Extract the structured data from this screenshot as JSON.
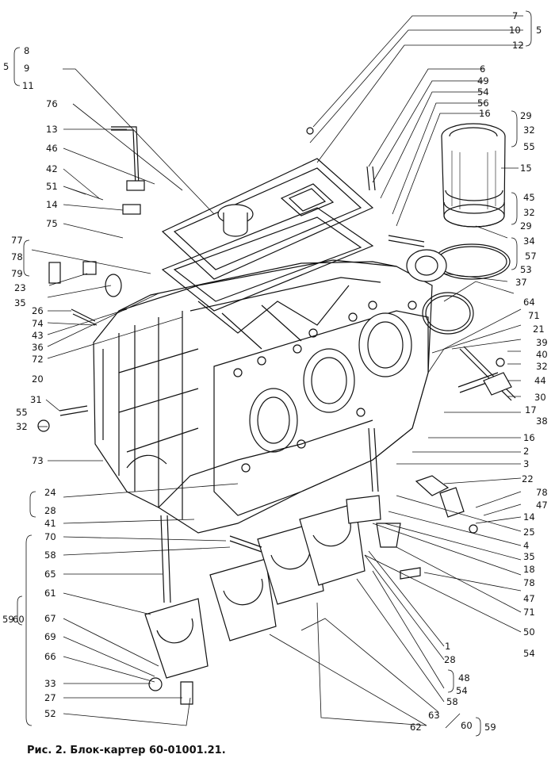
{
  "caption": "Рис. 2. Блок-картер 60-01001.21.",
  "labels": {
    "l7": "7",
    "l10": "10",
    "l12": "12",
    "l5r": "5",
    "l6": "6",
    "l49": "49",
    "l54a": "54",
    "l56": "56",
    "l16a": "16",
    "l29a": "29",
    "l32a": "32",
    "l55a": "55",
    "l15": "15",
    "l45": "45",
    "l32b": "32",
    "l29b": "29",
    "l34": "34",
    "l57": "57",
    "l53": "53",
    "l37": "37",
    "l64": "64",
    "l71a": "71",
    "l21": "21",
    "l39": "39",
    "l40": "40",
    "l32c": "32",
    "l44": "44",
    "l30": "30",
    "l17": "17",
    "l38": "38",
    "l16b": "16",
    "l2": "2",
    "l3": "3",
    "l22": "22",
    "l78a": "78",
    "l47a": "47",
    "l14r": "14",
    "l25": "25",
    "l4": "4",
    "l35r": "35",
    "l18": "18",
    "l78b": "78",
    "l47b": "47",
    "l71b": "71",
    "l50": "50",
    "l54b": "54",
    "l5l": "5",
    "l8": "8",
    "l9": "9",
    "l11": "11",
    "l76": "76",
    "l13": "13",
    "l46": "46",
    "l42": "42",
    "l51": "51",
    "l14l": "14",
    "l75": "75",
    "l77": "77",
    "l78l": "78",
    "l79": "79",
    "l23": "23",
    "l35l": "35",
    "l26": "26",
    "l74": "74",
    "l43": "43",
    "l36": "36",
    "l72": "72",
    "l20": "20",
    "l31": "31",
    "l55b": "55",
    "l32d": "32",
    "l73": "73",
    "l24": "24",
    "l28a": "28",
    "l41": "41",
    "l70": "70",
    "l58a": "58",
    "l65": "65",
    "l61": "61",
    "l59l": "59",
    "l60l": "60",
    "l67": "67",
    "l69": "69",
    "l66": "66",
    "l33": "33",
    "l27": "27",
    "l52": "52",
    "l1": "1",
    "l28b": "28",
    "l48": "48",
    "l54c": "54",
    "l58b": "58",
    "l63": "63",
    "l62": "62",
    "l60r": "60",
    "l59r": "59"
  }
}
